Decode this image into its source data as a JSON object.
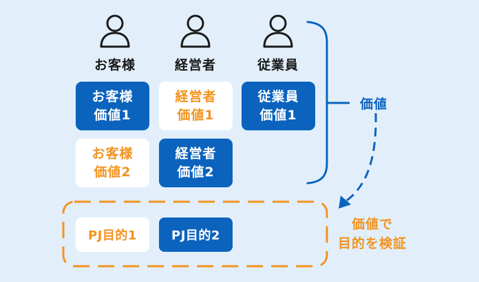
{
  "stakeholders": [
    {
      "label": "お客様",
      "icon": "person-icon"
    },
    {
      "label": "経営者",
      "icon": "person-icon"
    },
    {
      "label": "従業員",
      "icon": "person-icon"
    }
  ],
  "value_cards": {
    "customer_1": {
      "line1": "お客様",
      "line2": "価値1"
    },
    "manager_1": {
      "line1": "経営者",
      "line2": "価値1"
    },
    "employee_1": {
      "line1": "従業員",
      "line2": "価値1"
    },
    "customer_2": {
      "line1": "お客様",
      "line2": "価値2"
    },
    "manager_2": {
      "line1": "経営者",
      "line2": "価値2"
    }
  },
  "value_label": "価値",
  "goals": [
    "PJ目的1",
    "PJ目的2"
  ],
  "verify_label": {
    "line1": "価値で",
    "line2": "目的を検証"
  },
  "colors": {
    "background": "#e2effb",
    "blue": "#0b63be",
    "orange": "#f2931f",
    "white": "#ffffff",
    "text_dark": "#1a1a1a"
  }
}
